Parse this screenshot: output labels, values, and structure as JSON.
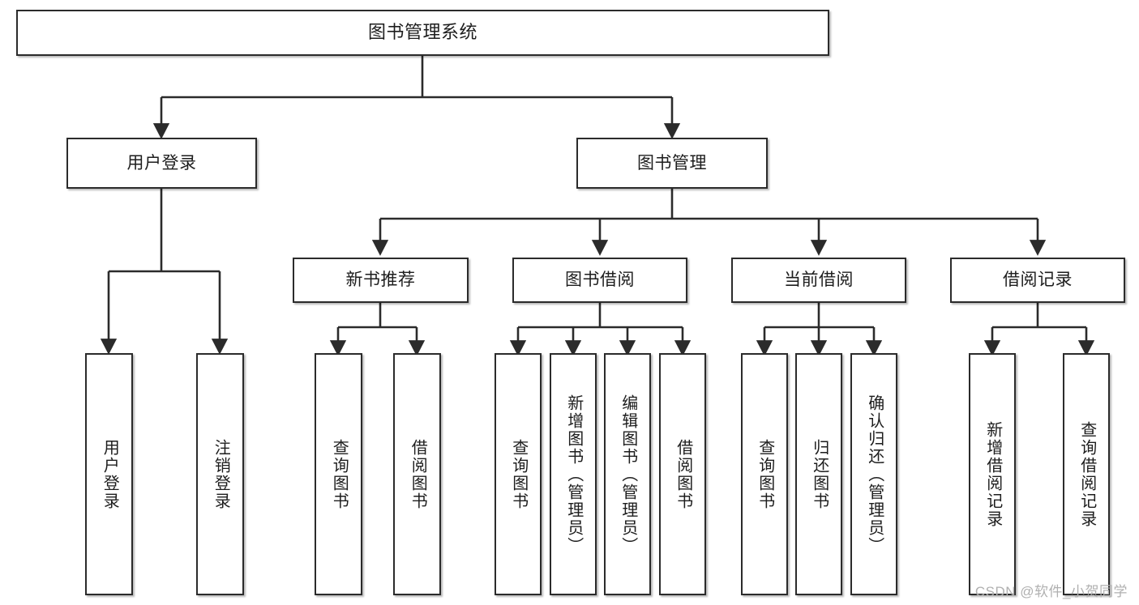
{
  "diagram": {
    "title": "图书管理系统",
    "watermark": "CSDN @软件_小贺同学",
    "colors": {
      "box_border": "#2b2b2b",
      "box_fill": "#ffffff",
      "connector": "#2b2b2b",
      "text": "#1d1d1d",
      "watermark": "#b0b0b0",
      "background": "#ffffff"
    },
    "root": {
      "label": "图书管理系统"
    },
    "level1": [
      {
        "label": "用户登录"
      },
      {
        "label": "图书管理"
      }
    ],
    "level2": [
      {
        "label": "新书推荐"
      },
      {
        "label": "图书借阅"
      },
      {
        "label": "当前借阅"
      },
      {
        "label": "借阅记录"
      }
    ],
    "leaves": {
      "user_login": [
        {
          "label": "用户登录"
        },
        {
          "label": "注销登录"
        }
      ],
      "new_book": [
        {
          "label": "查询图书"
        },
        {
          "label": "借阅图书"
        }
      ],
      "book_borrow": [
        {
          "label": "查询图书"
        },
        {
          "label": "新增图书（管理员）"
        },
        {
          "label": "编辑图书（管理员）"
        },
        {
          "label": "借阅图书"
        }
      ],
      "current_borrow": [
        {
          "label": "查询图书"
        },
        {
          "label": "归还图书"
        },
        {
          "label": "确认归还（管理员）"
        }
      ],
      "borrow_record": [
        {
          "label": "新增借阅记录"
        },
        {
          "label": "查询借阅记录"
        }
      ]
    }
  }
}
